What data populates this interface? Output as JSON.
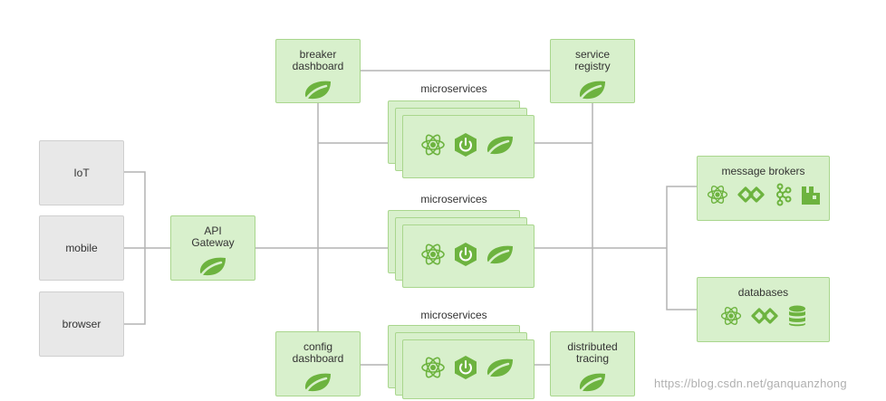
{
  "clients": {
    "iot": "IoT",
    "mobile": "mobile",
    "browser": "browser"
  },
  "gateway": {
    "label": "API\nGateway"
  },
  "breaker_dashboard": {
    "label": "breaker\ndashboard"
  },
  "service_registry": {
    "label": "service\nregistry"
  },
  "config_dashboard": {
    "label": "config\ndashboard"
  },
  "distributed_tracing": {
    "label": "distributed\ntracing"
  },
  "microservices": [
    {
      "label": "microservices"
    },
    {
      "label": "microservices"
    },
    {
      "label": "microservices"
    }
  ],
  "message_brokers": {
    "label": "message brokers"
  },
  "databases": {
    "label": "databases"
  },
  "watermark": "https://blog.csdn.net/ganquanzhong",
  "colors": {
    "green_fill": "#d8f0cc",
    "green_border": "#a9d68d",
    "green_icon": "#6db33f",
    "client_fill": "#e8e8e8",
    "wire": "#b3b3b3"
  }
}
